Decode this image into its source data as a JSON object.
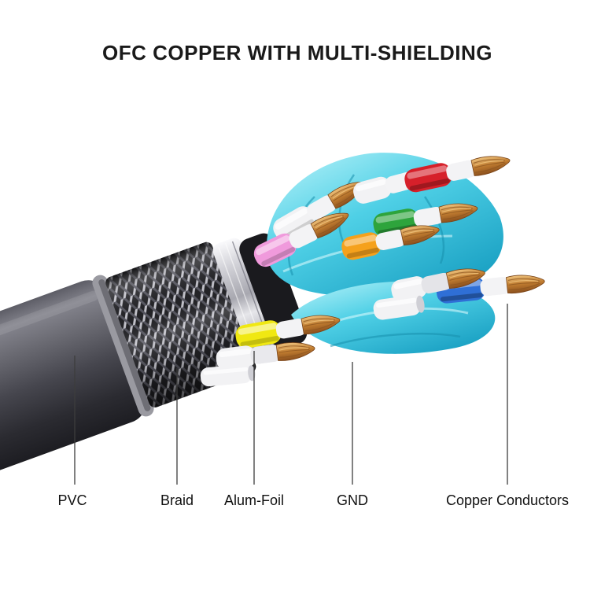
{
  "title": "OFC COPPER WITH MULTI-SHIELDING",
  "labels": [
    {
      "id": "pvc",
      "text": "PVC"
    },
    {
      "id": "braid",
      "text": "Braid"
    },
    {
      "id": "alum_foil",
      "text": "Alum-Foil"
    },
    {
      "id": "gnd",
      "text": "GND"
    },
    {
      "id": "copper_conductors",
      "text": "Copper Conductors"
    }
  ],
  "colors": {
    "background": "#ffffff",
    "title_text": "#1a1a1a",
    "label_text": "#111111",
    "leader_line": "#3d3d3d",
    "pvc_jacket": "#4a4a52",
    "braid_silver": "#c3c3cb",
    "alum_foil": "#c7c7cd",
    "inner_wrap_cyan": "#3ec4de",
    "copper": "#b4752f",
    "wire_red": "#d6202a",
    "wire_green": "#2ea43c",
    "wire_orange": "#f5a11c",
    "wire_blue": "#2f6fd6",
    "wire_yellow": "#f0e812",
    "wire_pink": "#f09adc",
    "wire_white": "#f2f2f4"
  }
}
